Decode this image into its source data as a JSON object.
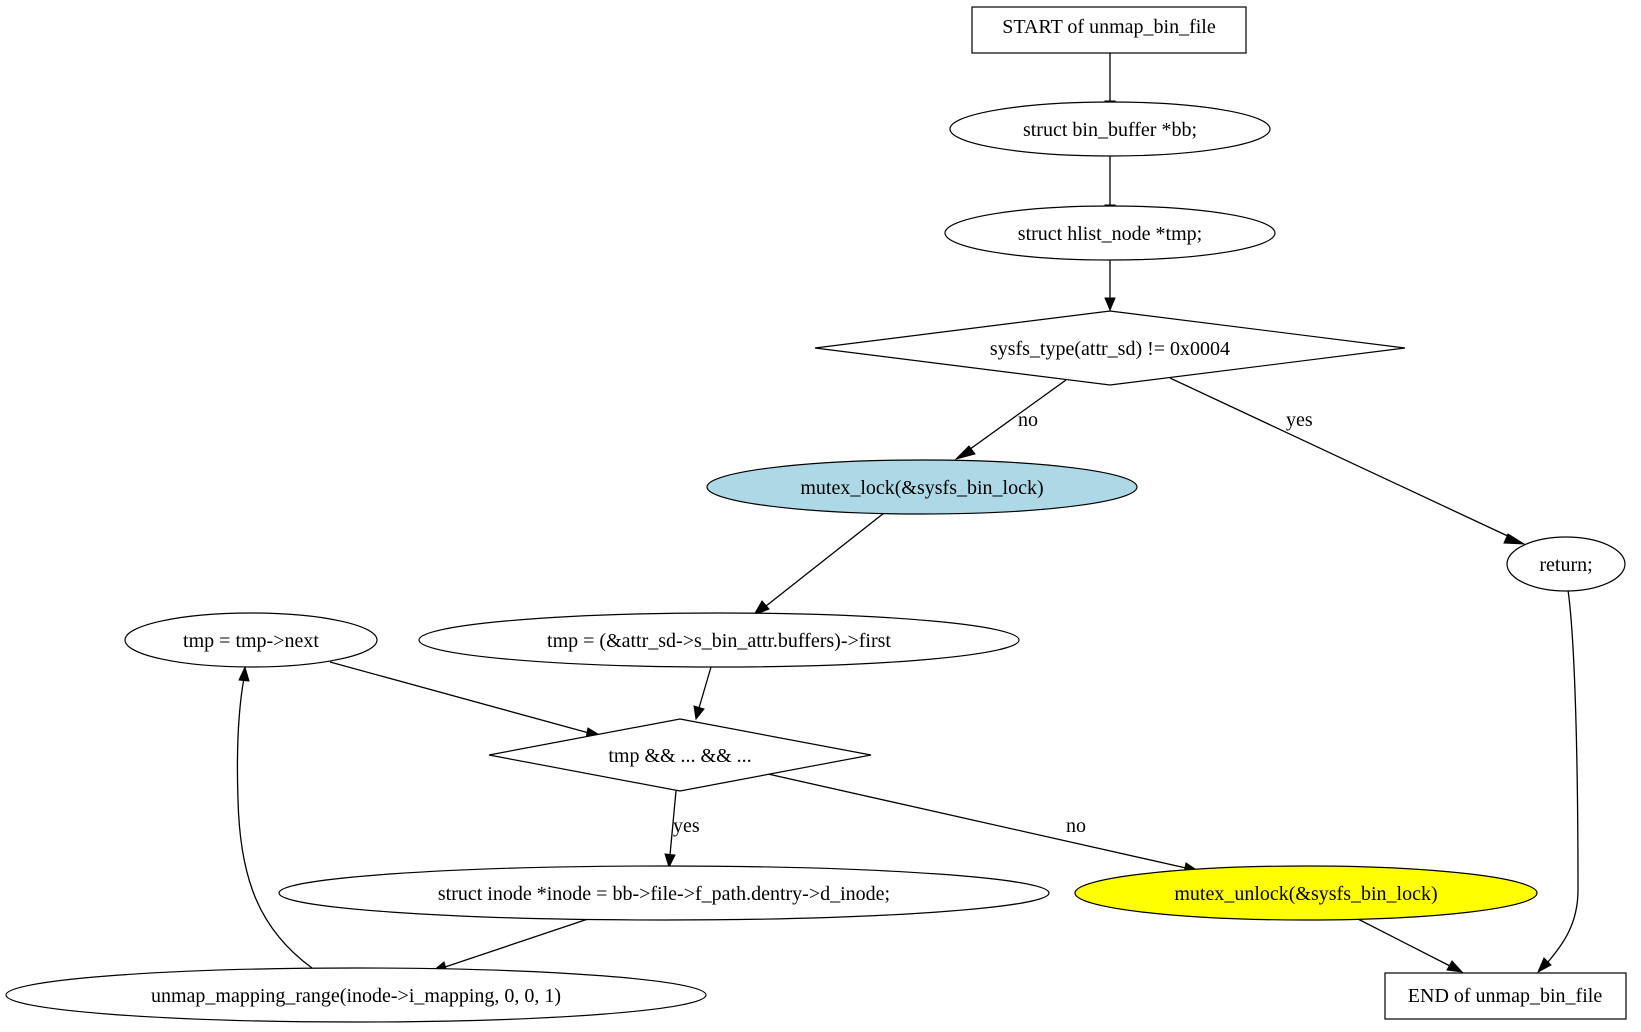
{
  "diagram": {
    "type": "flowchart",
    "colors": {
      "background": "#ffffff",
      "stroke": "#000000",
      "default_fill": "#ffffff",
      "highlight_lock": "#add8e6",
      "highlight_unlock": "#ffff00"
    },
    "nodes": {
      "start": {
        "label": "START of unmap_bin_file",
        "shape": "box"
      },
      "decl_bb": {
        "label": "struct bin_buffer *bb;",
        "shape": "ellipse"
      },
      "decl_tmp": {
        "label": "struct hlist_node *tmp;",
        "shape": "ellipse"
      },
      "cond_type": {
        "label": "sysfs_type(attr_sd) != 0x0004",
        "shape": "diamond"
      },
      "mutex_lock": {
        "label": "mutex_lock(&sysfs_bin_lock)",
        "shape": "ellipse",
        "fill": "#add8e6"
      },
      "ret": {
        "label": "return;",
        "shape": "ellipse"
      },
      "tmp_next": {
        "label": "tmp = tmp->next",
        "shape": "ellipse"
      },
      "tmp_first": {
        "label": "tmp = (&attr_sd->s_bin_attr.buffers)->first",
        "shape": "ellipse"
      },
      "cond_loop": {
        "label": "tmp && ... && ...",
        "shape": "diamond"
      },
      "inode_decl": {
        "label": "struct inode *inode = bb->file->f_path.dentry->d_inode;",
        "shape": "ellipse"
      },
      "mutex_unlock": {
        "label": "mutex_unlock(&sysfs_bin_lock)",
        "shape": "ellipse",
        "fill": "#ffff00"
      },
      "unmap": {
        "label": "unmap_mapping_range(inode->i_mapping, 0, 0, 1)",
        "shape": "ellipse"
      },
      "end": {
        "label": "END of unmap_bin_file",
        "shape": "box"
      }
    },
    "edges": [
      {
        "from": "start",
        "to": "decl_bb"
      },
      {
        "from": "decl_bb",
        "to": "decl_tmp"
      },
      {
        "from": "decl_tmp",
        "to": "cond_type"
      },
      {
        "from": "cond_type",
        "to": "mutex_lock",
        "label": "no"
      },
      {
        "from": "cond_type",
        "to": "ret",
        "label": "yes"
      },
      {
        "from": "mutex_lock",
        "to": "tmp_first"
      },
      {
        "from": "tmp_first",
        "to": "cond_loop"
      },
      {
        "from": "tmp_next",
        "to": "cond_loop"
      },
      {
        "from": "cond_loop",
        "to": "inode_decl",
        "label": "yes"
      },
      {
        "from": "cond_loop",
        "to": "mutex_unlock",
        "label": "no"
      },
      {
        "from": "inode_decl",
        "to": "unmap"
      },
      {
        "from": "unmap",
        "to": "tmp_next"
      },
      {
        "from": "mutex_unlock",
        "to": "end"
      },
      {
        "from": "ret",
        "to": "end"
      }
    ]
  }
}
